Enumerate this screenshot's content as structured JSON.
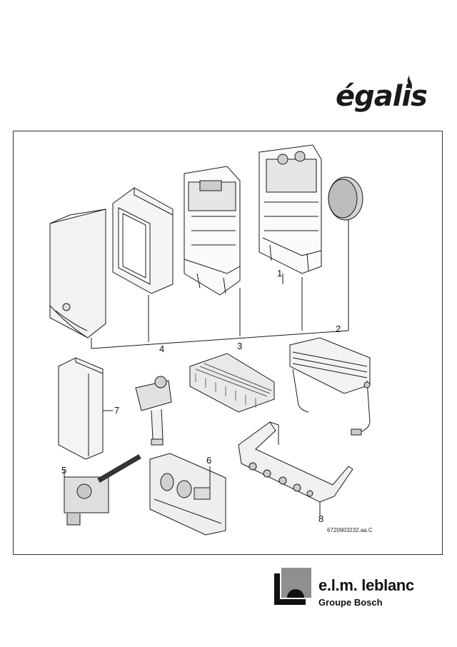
{
  "brand": {
    "name": "égalis"
  },
  "diagram": {
    "callouts": [
      "1",
      "2",
      "3",
      "4",
      "5",
      "6",
      "7",
      "8"
    ],
    "reference": "6720903232.aa.C"
  },
  "footer": {
    "company": "e.l.m. leblanc",
    "group": "Groupe Bosch"
  },
  "colors": {
    "line": "#1a1a1a",
    "shade": "#cfcfcf",
    "panel": "#efefef"
  }
}
